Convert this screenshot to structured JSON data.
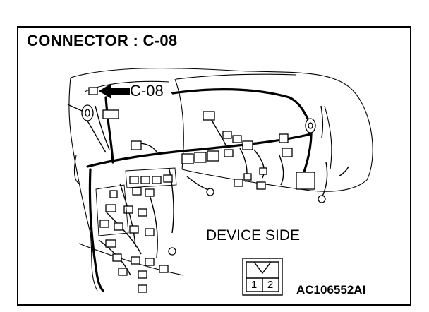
{
  "diagram": {
    "title": "CONNECTOR : C-08",
    "callout_label": "C-08",
    "view_label": "DEVICE SIDE",
    "connector_pins": [
      "1",
      "2"
    ],
    "reference_code": "AC106552AI"
  },
  "colors": {
    "ink": "#000000",
    "background": "#ffffff"
  }
}
